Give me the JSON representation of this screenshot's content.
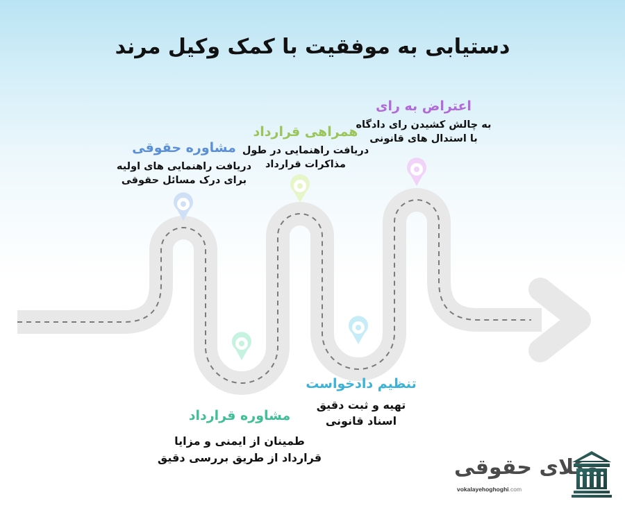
{
  "title": "دستیابی به موفقیت با کمک وکیل مرند",
  "colors": {
    "road": "#e8e8e8",
    "road_dash": "#7a7a7a",
    "logo": "#2f5f5c"
  },
  "steps": [
    {
      "title": "مشاوره حقوقی",
      "lines": [
        "دریافت راهنمایی های اولیه",
        "برای درک مسائل حقوقی"
      ],
      "color": "#5b8fd6",
      "pin_color": "#cfe0f6"
    },
    {
      "title": "مشاوره قرارداد",
      "lines": [
        "طمینان از ایمنی و مزایا",
        "قرارداد از طریق بررسی دقیق"
      ],
      "color": "#3fbf96",
      "pin_color": "#c5f3e0"
    },
    {
      "title": "همراهی قرارداد",
      "lines": [
        "دریافت راهنمایی در طول",
        "مذاکرات قرارداد"
      ],
      "color": "#9bc45a",
      "pin_color": "#e7f6c8"
    },
    {
      "title": "تنظیم دادخواست",
      "lines": [
        "تهیه و ثبت دقیق",
        "اسناد قانونی"
      ],
      "color": "#3bb2d6",
      "pin_color": "#c6ecf8"
    },
    {
      "title": "اعتراض به رای",
      "lines": [
        "به چالش کشیدن رای دادگاه",
        "با استدال های قانونی"
      ],
      "color": "#b26ad8",
      "pin_color": "#f1d3f8"
    }
  ],
  "logo": {
    "name": "وکلای حقوقی",
    "url_main": "vokalayehoghoghi",
    "url_tld": ".com",
    "icon": "courthouse-icon"
  }
}
